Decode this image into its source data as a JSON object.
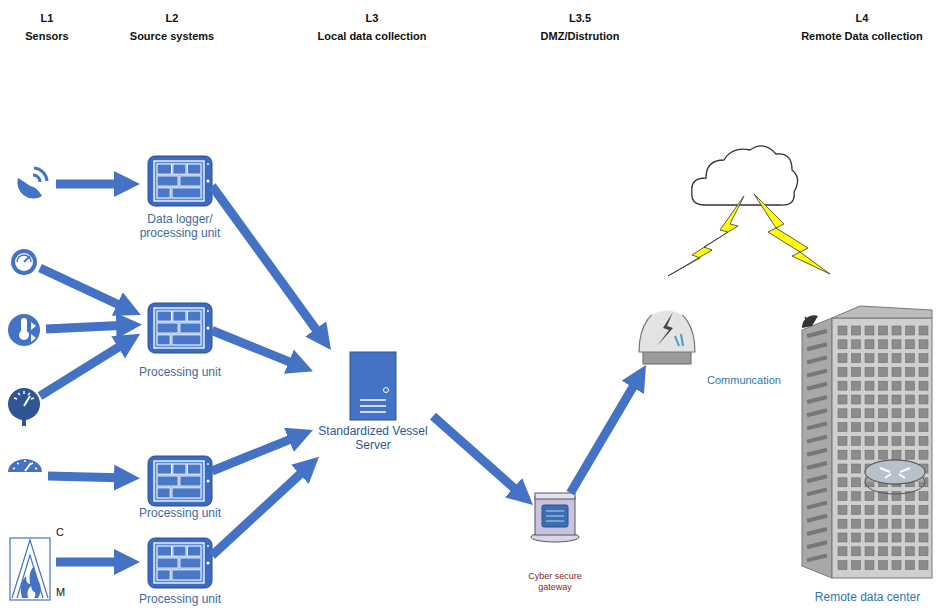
{
  "diagram": {
    "nodes": [
      {
        "text": [
          "Data logger/ processing unit"
        ]
      },
      {
        "text": [
          "Processing unit"
        ]
      },
      {
        "text": [
          "Processing unit"
        ]
      },
      {
        "text": [
          "Processing unit"
        ]
      },
      {
        "text": [
          "Standardized Vessel Server"
        ]
      },
      {
        "text": [
          "Cyber secure gateway"
        ]
      },
      {
        "text": [
          "Communcation"
        ]
      },
      {
        "text": [
          "Remote data center"
        ]
      }
    ],
    "edges": [
      {
        "from": 0,
        "to": 4,
        "arrow": "to"
      },
      {
        "from": 1,
        "to": 4,
        "arrow": "to"
      },
      {
        "from": 2,
        "to": 4,
        "arrow": "to"
      },
      {
        "from": 3,
        "to": 4,
        "arrow": "to"
      },
      {
        "from": 4,
        "to": 5,
        "arrow": "to"
      },
      {
        "from": 5,
        "to": 6,
        "arrow": "to"
      }
    ],
    "labels": [
      "L1",
      "Sensors",
      "L2",
      "Source systems",
      "L3",
      "Local data collection",
      "L3.5",
      "DMZ/Distrution",
      "L4",
      "Remote Data collection",
      "C",
      "M"
    ]
  }
}
